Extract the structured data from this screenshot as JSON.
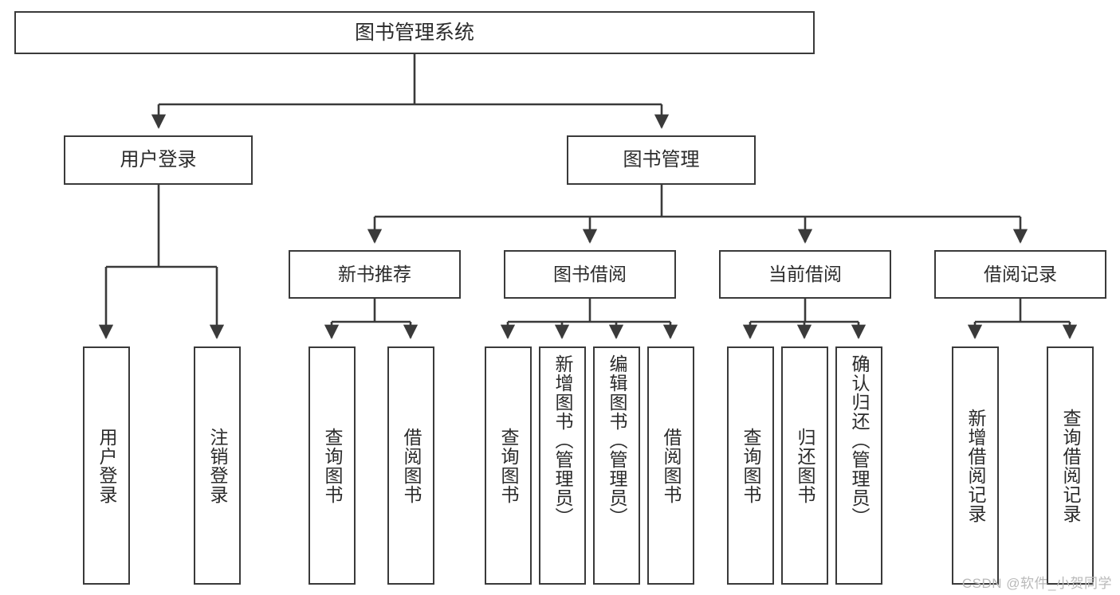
{
  "diagram": {
    "title": "图书管理系统",
    "watermark": "CSDN @软件_小贺同学",
    "colors": {
      "box_border": "#3a3a3a",
      "connector": "#3a3a3a",
      "text": "#2b2b2b",
      "background": "#ffffff",
      "watermark": "#b9b9b9"
    },
    "root": {
      "label": "图书管理系统"
    },
    "level2": [
      {
        "label": "用户登录"
      },
      {
        "label": "图书管理"
      }
    ],
    "level3": [
      {
        "label": "新书推荐"
      },
      {
        "label": "图书借阅"
      },
      {
        "label": "当前借阅"
      },
      {
        "label": "借阅记录"
      }
    ],
    "leaves": {
      "user_login": [
        {
          "label": "用户登录"
        },
        {
          "label": "注销登录"
        }
      ],
      "new_book_recommend": [
        {
          "label": "查询图书"
        },
        {
          "label": "借阅图书"
        }
      ],
      "book_borrow": [
        {
          "label": "查询图书"
        },
        {
          "label": "新增图书（管理员）"
        },
        {
          "label": "编辑图书（管理员）"
        },
        {
          "label": "借阅图书"
        }
      ],
      "current_borrow": [
        {
          "label": "查询图书"
        },
        {
          "label": "归还图书"
        },
        {
          "label": "确认归还（管理员）"
        }
      ],
      "borrow_record": [
        {
          "label": "新增借阅记录"
        },
        {
          "label": "查询借阅记录"
        }
      ]
    }
  }
}
